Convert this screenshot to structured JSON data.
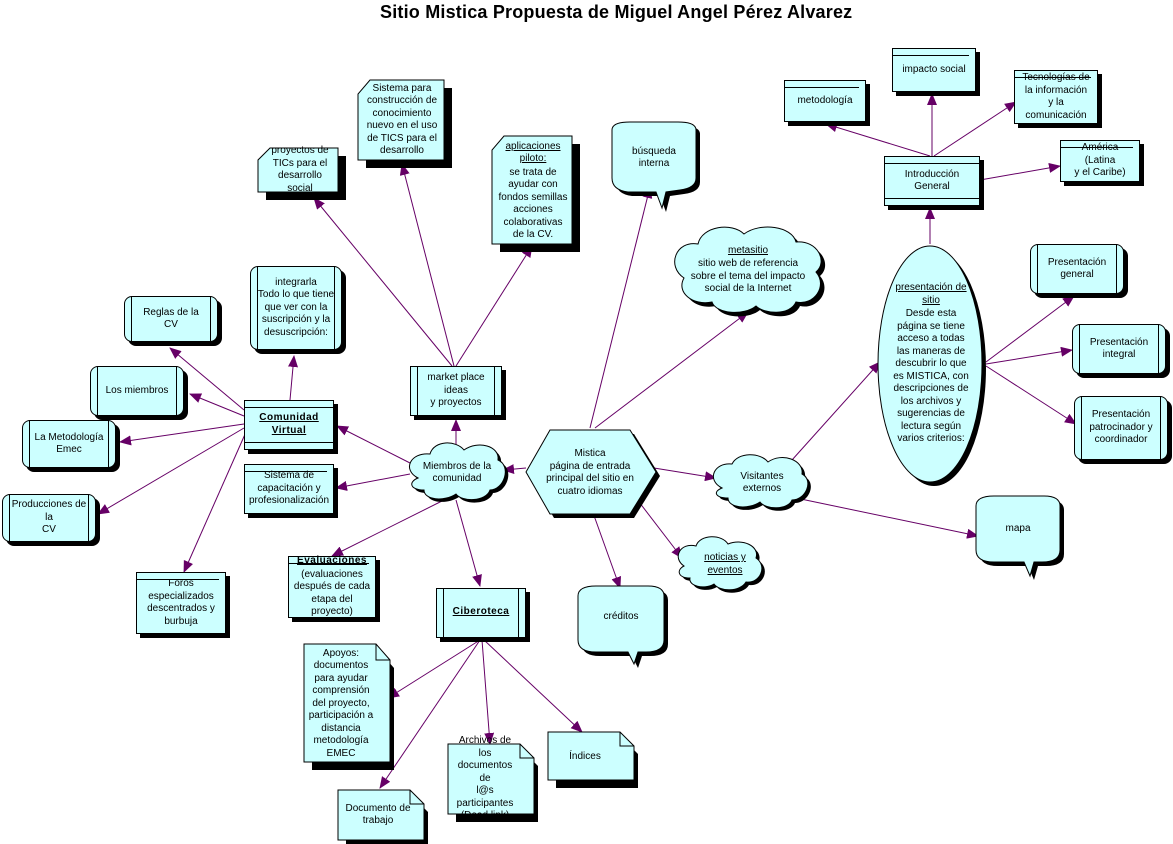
{
  "title": "Sitio Mistica Propuesta de Miguel Angel Pérez Alvarez",
  "colors": {
    "fill": "#ccffff",
    "stroke": "#000000",
    "arrow": "#660066"
  },
  "nodes": {
    "mistica": {
      "lines": [
        "Mistica",
        "página de entrada",
        "principal del sitio  en",
        "cuatro idiomas"
      ]
    },
    "miembros": {
      "lines": [
        "Miembros de la",
        "comunidad"
      ]
    },
    "marketplace": {
      "lines": [
        "market place ideas",
        "y proyectos"
      ]
    },
    "comunidad": {
      "heading": "Comunidad Virtual"
    },
    "reglas": {
      "lines": [
        "Reglas de la",
        "CV"
      ]
    },
    "losmiembros": {
      "lines": [
        "Los miembros"
      ]
    },
    "metodologia_emec": {
      "lines": [
        "La Metodología",
        "Emec"
      ]
    },
    "producciones": {
      "lines": [
        "Producciones de la",
        "CV"
      ]
    },
    "foros": {
      "lines": [
        "Foros",
        "especializados",
        "descentrados y",
        "burbuja"
      ]
    },
    "integrarla": {
      "lines": [
        "integrarla",
        "Todo lo que tiene",
        "que ver con la",
        "suscripción y la",
        "desuscripción:"
      ]
    },
    "sistema_cap": {
      "lines": [
        "Sistema de",
        "capacitación y",
        "profesionalización"
      ]
    },
    "evaluaciones": {
      "heading": "Evaluaciones",
      "lines": [
        "(evaluaciones",
        "después de cada",
        "etapa del proyecto)"
      ]
    },
    "ciberoteca": {
      "heading": "Ciberoteca"
    },
    "apoyos": {
      "lines": [
        "Apoyos:",
        "documentos",
        "para ayudar",
        "comprensión",
        "del proyecto,",
        "participación a",
        "distancia",
        "metodología",
        "EMEC"
      ]
    },
    "documento": {
      "lines": [
        "Documento de",
        "trabajo"
      ]
    },
    "archivos": {
      "lines": [
        "Archivos de los",
        "documentos de",
        "l@s",
        "participantes",
        "(Dead link)"
      ]
    },
    "indices": {
      "lines": [
        "Índices"
      ]
    },
    "proyectos_tics": {
      "lines": [
        "proyectos de",
        "TICs para el",
        "desarrollo social"
      ]
    },
    "sistema_const": {
      "lines": [
        "Sistema para",
        "construcción de",
        "conocimiento",
        "nuevo en el uso",
        "de TICS para el",
        "desarrollo"
      ]
    },
    "aplicaciones": {
      "heading": "aplicaciones piloto:",
      "lines": [
        "se trata de",
        "ayudar con",
        "fondos semillas",
        "acciones",
        "colaborativas",
        "de la CV."
      ]
    },
    "busqueda": {
      "lines": [
        "búsqueda",
        "interna"
      ]
    },
    "metasitio": {
      "heading": "metasitio",
      "lines": [
        "sitio web de referencia",
        "sobre el tema del impacto",
        "social de la Internet"
      ]
    },
    "creditos": {
      "lines": [
        "créditos"
      ]
    },
    "noticias": {
      "heading": "noticias y eventos"
    },
    "visitantes": {
      "lines": [
        "Visitantes",
        "externos"
      ]
    },
    "mapa": {
      "lines": [
        "mapa"
      ]
    },
    "presentacion_sitio": {
      "heading": "presentación de sitio",
      "lines": [
        "Desde esta",
        "página se tiene",
        "acceso a todas",
        "las maneras de",
        "descubrir lo que",
        "es MISTICA, con",
        "descripciones de",
        "los archivos y",
        "sugerencias de",
        "lectura según",
        "varios criterios:"
      ]
    },
    "pres_general": {
      "lines": [
        "Presentación",
        "general"
      ]
    },
    "pres_integral": {
      "lines": [
        "Presentación",
        "integral"
      ]
    },
    "pres_patrocinador": {
      "lines": [
        "Presentación",
        "patrocinador y",
        "coordinador"
      ]
    },
    "introduccion": {
      "lines": [
        "Introducción General"
      ]
    },
    "metodologia": {
      "lines": [
        "metodología"
      ]
    },
    "impacto": {
      "lines": [
        "impacto social"
      ]
    },
    "tecnologias": {
      "lines": [
        "Tecnologías de",
        "la información",
        "y la",
        "comunicación"
      ]
    },
    "america": {
      "lines": [
        "América (Latina",
        "y el Caribe)"
      ]
    }
  }
}
